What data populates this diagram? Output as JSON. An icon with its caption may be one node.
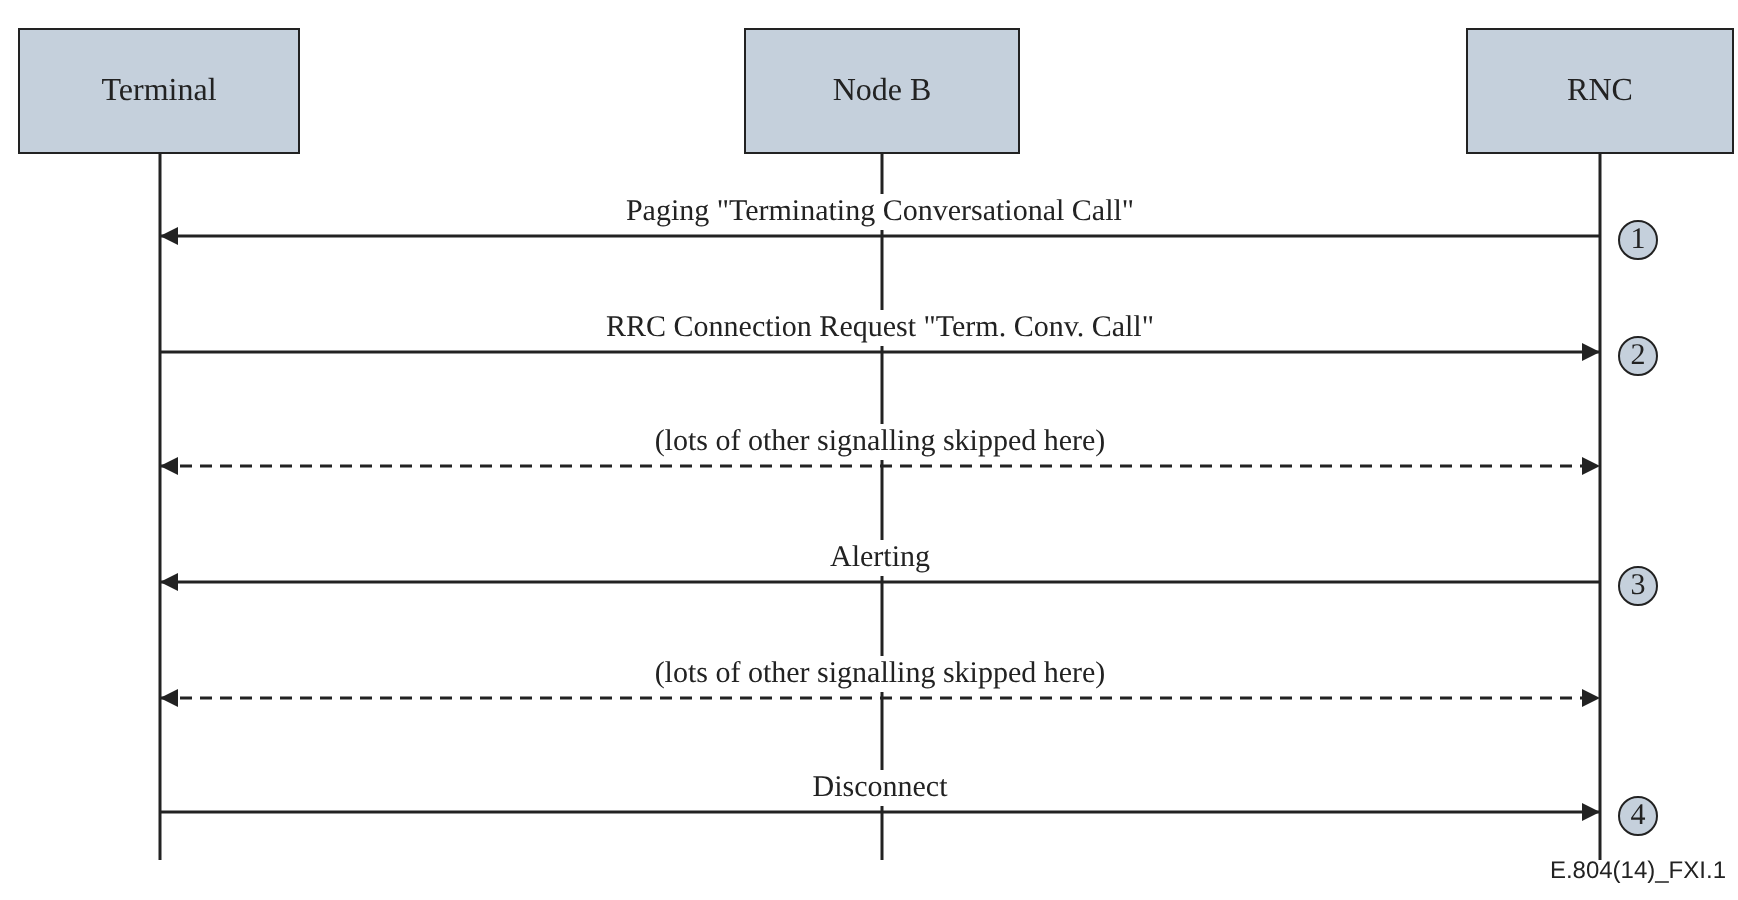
{
  "diagram": {
    "nodes": [
      {
        "text": [
          "Terminal"
        ]
      },
      {
        "text": [
          "Node B"
        ]
      },
      {
        "text": [
          "RNC"
        ]
      }
    ],
    "edges": [
      {
        "from": 2,
        "to": 0,
        "arrow": "to",
        "label": "Paging \"Terminating Conversational Call\""
      },
      {
        "from": 0,
        "to": 2,
        "arrow": "to",
        "label": "RRC Connection Request \"Term. Conv. Call\""
      },
      {
        "from": 0,
        "to": 2,
        "arrow": "both",
        "style": "dashed",
        "label": "(lots of other signalling skipped here)"
      },
      {
        "from": 2,
        "to": 0,
        "arrow": "to",
        "label": "Alerting"
      },
      {
        "from": 0,
        "to": 2,
        "arrow": "both",
        "style": "dashed",
        "label": "(lots of other signalling skipped here)"
      },
      {
        "from": 0,
        "to": 2,
        "arrow": "to",
        "label": "Disconnect"
      }
    ],
    "labels": [
      "1",
      "2",
      "3",
      "4",
      "E.804(14)_FXI.1"
    ]
  }
}
